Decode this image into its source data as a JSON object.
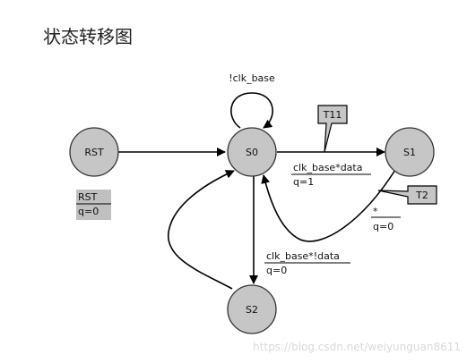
{
  "title": "状态转移图",
  "nodes": {
    "rst": "RST",
    "s0": "S0",
    "s1": "S1",
    "s2": "S2"
  },
  "edge_labels": {
    "self_loop": "!clk_base",
    "s0_s1_cond": "clk_base*data",
    "s0_s1_out": "q=1",
    "s1_s0_cond": "*",
    "s1_s0_out": "q=0",
    "s0_s2_cond": "clk_base*!data",
    "s0_s2_out": "q=0"
  },
  "callouts": {
    "t11": "T11",
    "t2": "T2"
  },
  "legend": {
    "line1": "RST",
    "line2": "q=0"
  },
  "watermark": "https://blog.csdn.net/weiyunguan8611"
}
